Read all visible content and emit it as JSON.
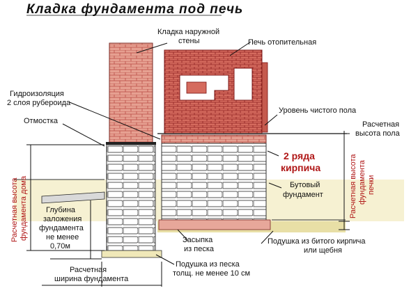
{
  "title": "Кладка фундамента под печь",
  "labels": {
    "outer_wall": [
      "Кладка наружной",
      "стены"
    ],
    "heating_stove": "Печь отопительная",
    "waterproofing": [
      "Гидроизоляция",
      "2 слоя рубероида"
    ],
    "blind_area": "Отмостка",
    "floor_level": "Уровень чистого пола",
    "floor_design_height": [
      "Расчетная",
      "высота пола"
    ],
    "two_rows_brick": [
      "2 ряда",
      "кирпича"
    ],
    "rubble_foundation": [
      "Бутовый",
      "фундамент"
    ],
    "depth": [
      "Глубина",
      "заложения",
      "фундамента",
      "не менее",
      "0,70м"
    ],
    "sand_backfill": [
      "Засыпка",
      "из песка"
    ],
    "brick_cushion": [
      "Подушка из битого кирпича",
      "или щебня"
    ],
    "design_width": [
      "Расчетная",
      "ширина фундамента"
    ],
    "sand_cushion": [
      "Подушка из песка",
      "толщ. не менее 10 см"
    ],
    "house_foundation_height": [
      "Расчетная высота",
      "фундамента дома"
    ],
    "stove_foundation_height": [
      "Расчетная высота",
      "фундамента",
      "печки"
    ]
  },
  "colors": {
    "brick": "#e49a8a",
    "brick_dark": "#b03a3a",
    "stone_fill": "#ffffff",
    "ground": "#f3edc6",
    "accent_red": "#b01818"
  }
}
